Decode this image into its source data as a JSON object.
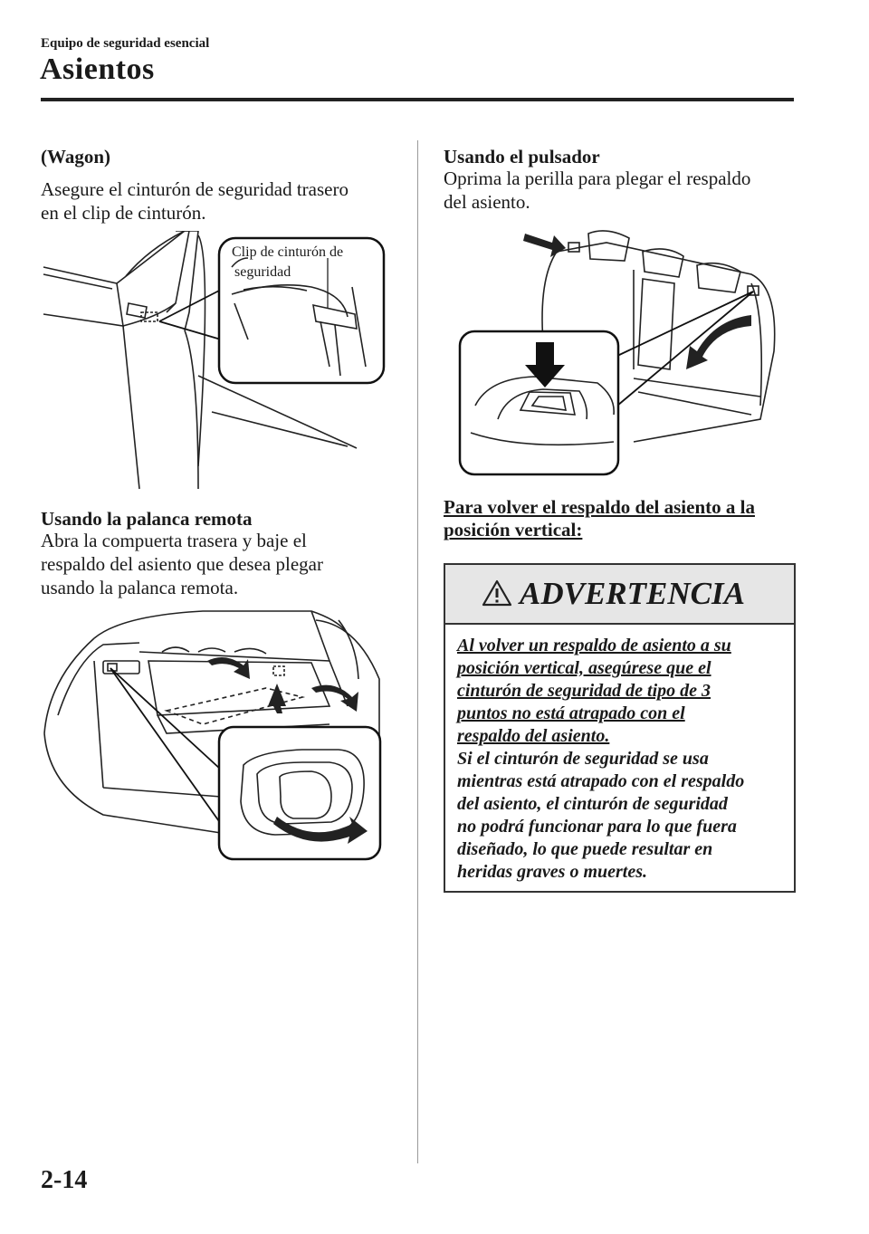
{
  "header": {
    "section": "Equipo de seguridad esencial",
    "title": "Asientos"
  },
  "left": {
    "wagon_heading": "(Wagon)",
    "wagon_lines": [
      "Asegure el cinturón de seguridad trasero",
      "en el clip de cinturón."
    ],
    "figure1": {
      "label_line1": "Clip de cinturón de",
      "label_line2": "seguridad"
    },
    "remote_heading": "Usando la palanca remota",
    "remote_lines": [
      "Abra la compuerta trasera y baje el",
      "respaldo del asiento que desea plegar",
      "usando la palanca remota."
    ]
  },
  "right": {
    "button_heading": "Usando el pulsador",
    "button_lines": [
      "Oprima la perilla para plegar el respaldo",
      "del asiento."
    ],
    "return_heading_lines": [
      "Para volver el respaldo del asiento a la",
      "posición vertical:"
    ],
    "warning": {
      "title": "ADVERTENCIA",
      "underlined_lines": [
        "Al volver un respaldo de asiento a su",
        "posición vertical, asegúrese que el",
        "cinturón de seguridad de tipo de 3",
        "puntos no está atrapado con el",
        "respaldo del asiento."
      ],
      "plain_lines": [
        "Si el cinturón de seguridad se usa",
        "mientras está atrapado con el respaldo",
        "del asiento, el cinturón de seguridad",
        "no podrá funcionar para lo que fuera",
        "diseñado, lo que puede resultar en",
        "heridas graves o muertes."
      ]
    }
  },
  "footer": {
    "page_number": "2-14"
  }
}
